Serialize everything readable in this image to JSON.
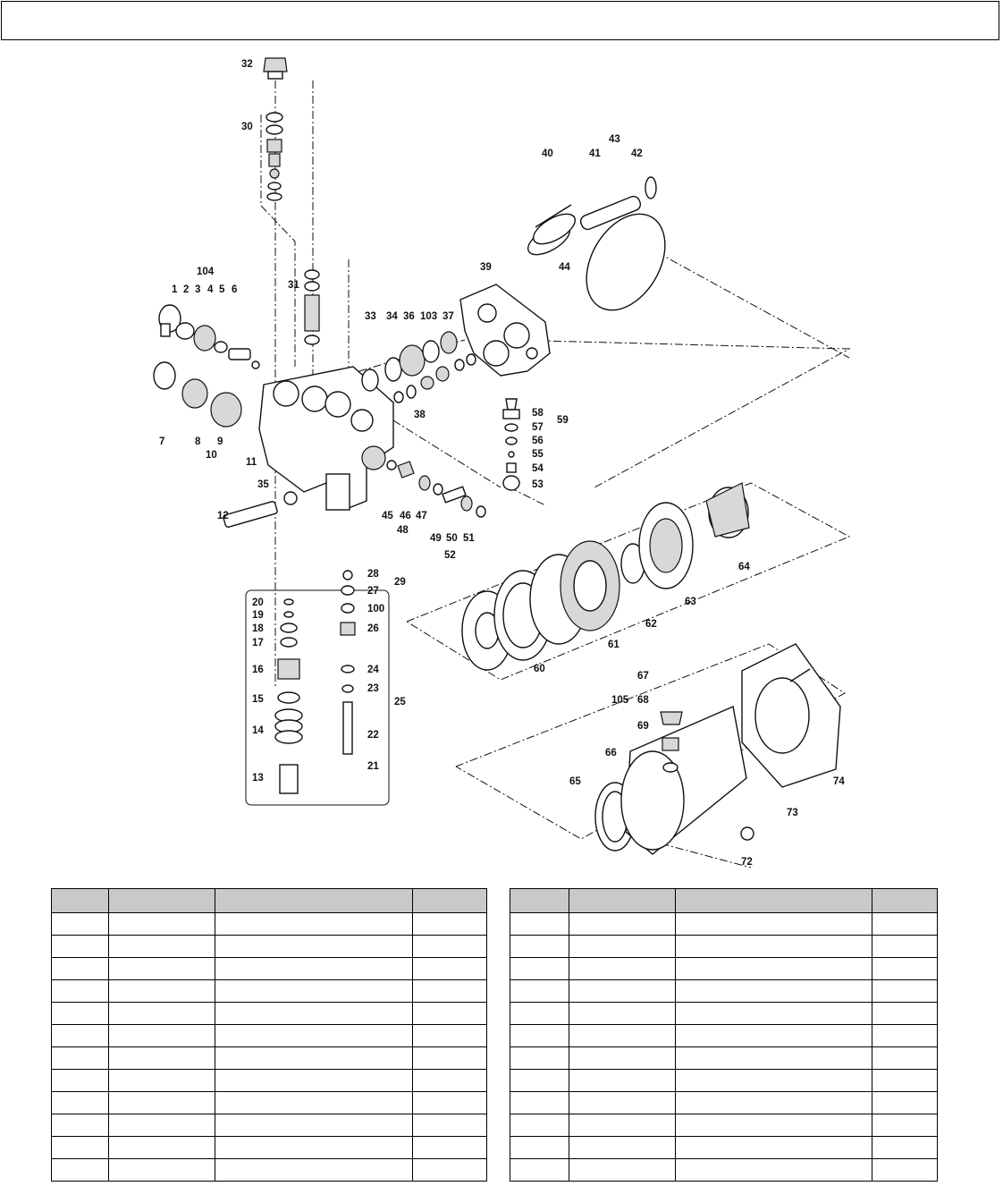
{
  "diagram": {
    "callouts": [
      "1",
      "2",
      "3",
      "4",
      "5",
      "6",
      "7",
      "8",
      "9",
      "10",
      "11",
      "12",
      "13",
      "14",
      "15",
      "16",
      "17",
      "18",
      "19",
      "20",
      "21",
      "22",
      "23",
      "24",
      "25",
      "26",
      "27",
      "28",
      "29",
      "30",
      "31",
      "32",
      "33",
      "34",
      "35",
      "36",
      "37",
      "38",
      "39",
      "40",
      "41",
      "42",
      "43",
      "44",
      "45",
      "46",
      "47",
      "48",
      "49",
      "50",
      "51",
      "52",
      "53",
      "54",
      "55",
      "56",
      "57",
      "58",
      "59",
      "60",
      "61",
      "62",
      "63",
      "64",
      "65",
      "66",
      "67",
      "68",
      "69",
      "72",
      "73",
      "74",
      "100",
      "103",
      "104",
      "105"
    ]
  },
  "tables": {
    "left": {
      "headers": [
        "",
        "",
        "",
        ""
      ],
      "rows": 12
    },
    "right": {
      "headers": [
        "",
        "",
        "",
        ""
      ],
      "rows": 12
    }
  }
}
